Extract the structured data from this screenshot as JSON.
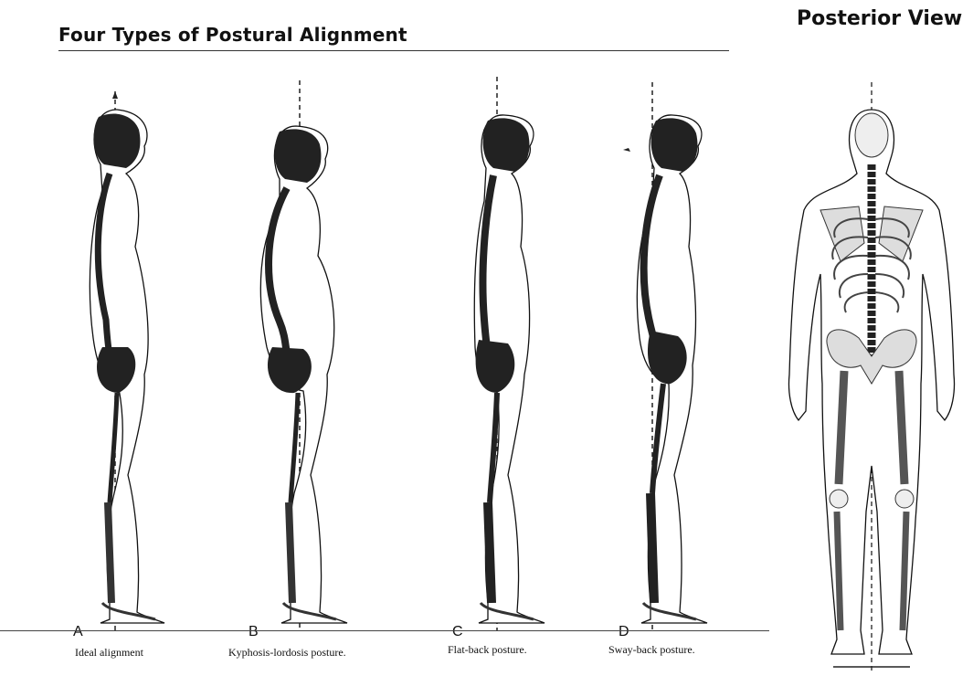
{
  "title": "Four Types of Postural Alignment",
  "posterior_title": "Posterior View",
  "figures": [
    {
      "letter": "A",
      "caption": "Ideal alignment"
    },
    {
      "letter": "B",
      "caption": "Kyphosis-lordosis posture."
    },
    {
      "letter": "C",
      "caption": "Flat-back posture."
    },
    {
      "letter": "D",
      "caption": "Sway-back posture."
    }
  ]
}
